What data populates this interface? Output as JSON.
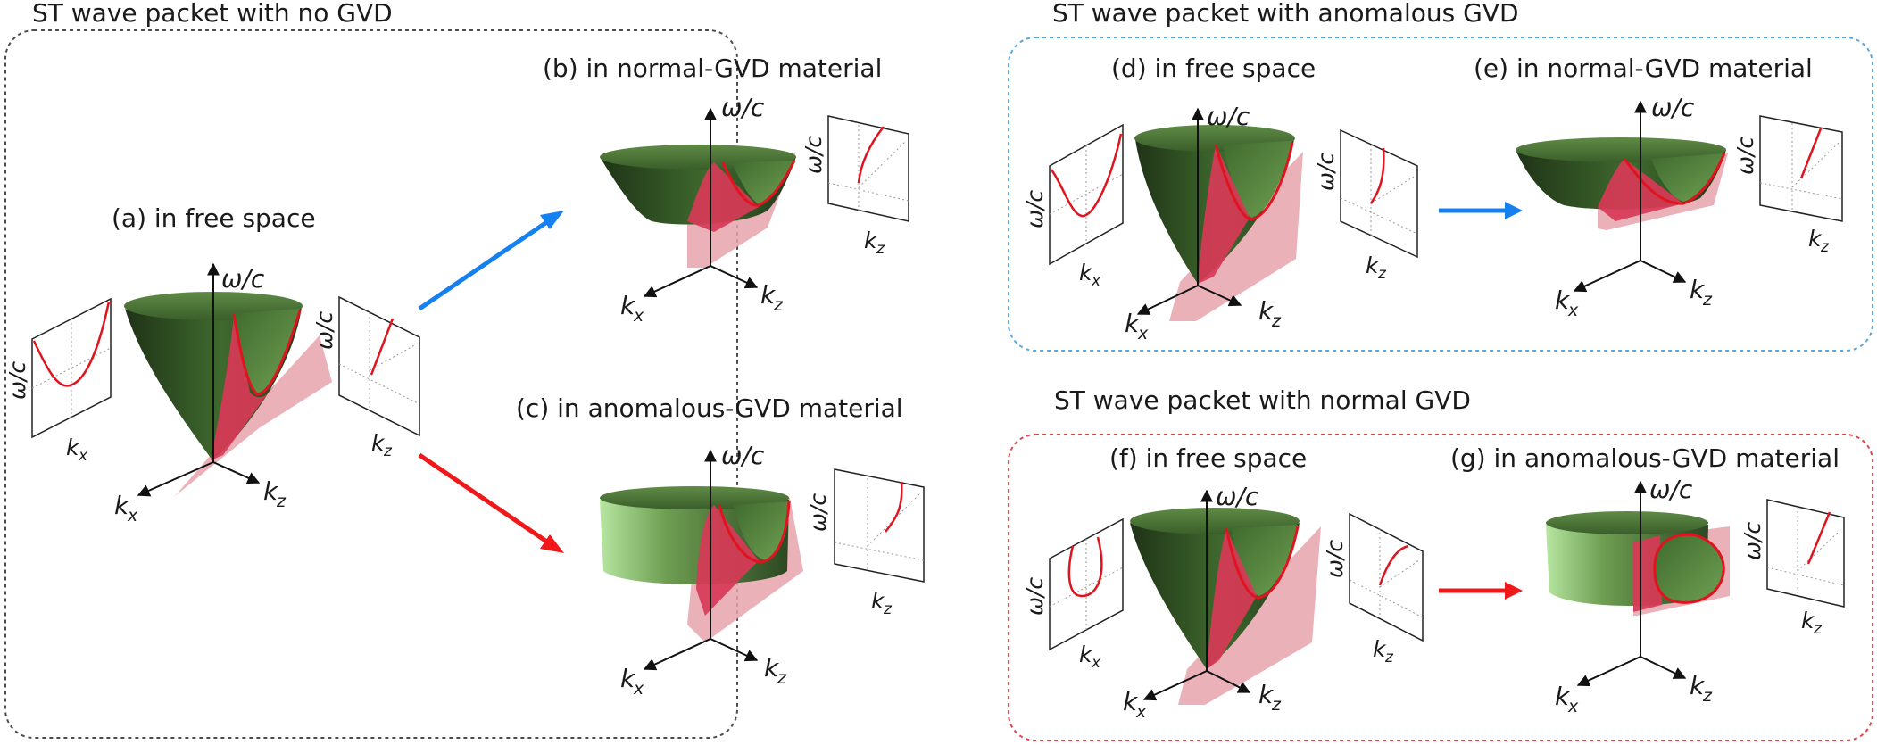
{
  "groups": [
    {
      "title": "ST wave packet with no GVD",
      "border_color": "#4d4d4d"
    },
    {
      "title": "ST wave packet with anomalous GVD",
      "border_color": "#5aa7dd"
    },
    {
      "title": "ST wave packet with normal GVD",
      "border_color": "#e0474c"
    }
  ],
  "panels": {
    "a": "(a) in free space",
    "b": "(b) in normal-GVD material",
    "c": "(c) in anomalous-GVD material",
    "d": "(d) in free space",
    "e": "(e) in normal-GVD material",
    "f": "(f) in free space",
    "g": "(g) in anomalous-GVD material"
  },
  "axis_labels": {
    "vertical": "ω/c",
    "kx": "kx",
    "kz": "kz",
    "subscript_x": "x",
    "subscript_z": "z",
    "k": "k"
  },
  "colors": {
    "green_dark": "#2f4a22",
    "green_mid": "#4d7a38",
    "green_light": "#9bd27f",
    "plane_pink": "#e8a3ab",
    "plane_red": "#d83a57",
    "curve_red": "#e0141e",
    "arrow_blue": "#1580f0",
    "arrow_red": "#f01818"
  }
}
